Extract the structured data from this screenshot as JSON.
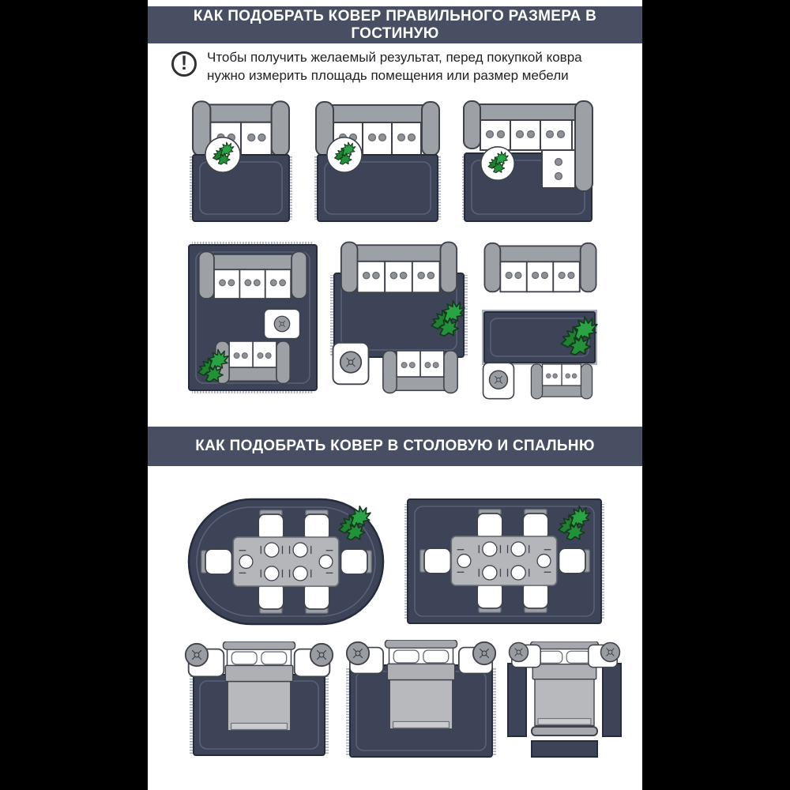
{
  "headers": {
    "living_room": "КАК ПОДОБРАТЬ КОВЕР ПРАВИЛЬНОГО РАЗМЕРА В ГОСТИНУЮ",
    "dining_bedroom": "КАК ПОДОБРАТЬ КОВЕР В СТОЛОВУЮ И СПАЛЬНЮ"
  },
  "note": {
    "icon": "exclamation-circle-icon",
    "glyph": "!",
    "text": "Чтобы получить желаемый результат, перед покупкой ковра нужно измерить площадь помещения или размер мебели"
  },
  "diagrams": {
    "living_room": [
      {
        "name": "two-seat-sofa-rug-at-front-icon",
        "elements": [
          "sofa-2-seat",
          "rug-fringed",
          "potted-plant"
        ]
      },
      {
        "name": "three-seat-sofa-rug-at-front-icon",
        "elements": [
          "sofa-3-seat",
          "rug-fringed",
          "potted-plant"
        ]
      },
      {
        "name": "corner-sofa-rug-at-front-icon",
        "elements": [
          "corner-sofa",
          "rug-fringed",
          "potted-plant"
        ]
      },
      {
        "name": "all-furniture-on-large-rug-icon",
        "elements": [
          "sofa-3-seat",
          "sofa-2-seat",
          "coffee-table",
          "rug-fringed",
          "fern-plant"
        ]
      },
      {
        "name": "front-legs-on-medium-rug-icon",
        "elements": [
          "sofa-3-seat",
          "sofa-2-seat",
          "side-table",
          "rug-fringed",
          "fern-plant"
        ]
      },
      {
        "name": "small-rug-between-furniture-icon",
        "elements": [
          "sofa-3-seat",
          "sofa-2-seat",
          "side-table",
          "rug",
          "fern-plant"
        ]
      }
    ],
    "dining_bedroom": [
      {
        "name": "dining-set-on-oval-rug-icon",
        "elements": [
          "dining-table",
          "six-chairs",
          "six-place-settings",
          "oval-rug",
          "fern-plant"
        ]
      },
      {
        "name": "dining-set-on-rect-rug-icon",
        "elements": [
          "dining-table",
          "six-chairs",
          "six-place-settings",
          "rect-rug-fringed",
          "fern-plant"
        ]
      },
      {
        "name": "bed-on-rug-lower-two-thirds-icon",
        "elements": [
          "double-bed",
          "two-nightstands",
          "two-lamps",
          "rug-fringed"
        ]
      },
      {
        "name": "bed-on-larger-rug-icon",
        "elements": [
          "double-bed",
          "two-nightstands",
          "two-lamps",
          "rug-fringed"
        ]
      },
      {
        "name": "bed-with-three-runner-rugs-icon",
        "elements": [
          "double-bed",
          "two-nightstands",
          "two-lamps",
          "side-runner-rugs",
          "foot-rug"
        ]
      }
    ]
  },
  "colors": {
    "page-bg": "#000000",
    "content-bg": "#ffffff",
    "header-bg": "#484f62",
    "rug-navy": "#3d4458",
    "rug-outline": "#262c3e",
    "rug-inner": "#596179",
    "fringe": "#a9aeb9",
    "furn-gray": "#9da0a4",
    "outline": "#3f424b",
    "soft-line": "#6a6d74",
    "dot-gray": "#8e9196",
    "table-gray": "#b4b6ba",
    "knob-gray": "#999ca0",
    "bed-head": "#a6a8ac",
    "bed-fold": "#aeb0b4",
    "bed-body": "#b7b9bd",
    "bed-foot": "#c9cbcf",
    "fern-main": "#2aa344",
    "fern-mid": "#23913a",
    "fern-dark": "#1e8031",
    "fern-outline": "#16391d"
  }
}
